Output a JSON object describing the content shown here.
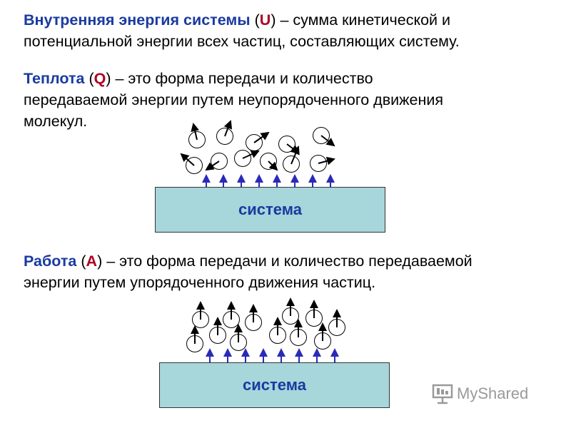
{
  "paragraphs": {
    "internal_energy": {
      "term": "Внутренняя энергия системы",
      "symbol": "U",
      "line1_rest": " – сумма кинетической и",
      "line2": "потенциальной энергии всех частиц, составляющих систему."
    },
    "heat": {
      "term": "Теплота",
      "symbol": "Q",
      "line1_rest": " – это форма передачи и количество",
      "line2": "передаваемой энергии путем неупорядоченного движения",
      "line3": "молекул."
    },
    "work": {
      "term": "Работа",
      "symbol": "А",
      "line1_rest": " – это форма передачи и количество передаваемой",
      "line2": "энергии путем упорядоченного движения частиц."
    }
  },
  "diagrams": {
    "heat_box_label": "система",
    "work_box_label": "система"
  },
  "watermark": {
    "text": "MyShared",
    "icon": "projector-screen-icon"
  },
  "colors": {
    "term": "#1a3aa0",
    "symbol": "#b00020",
    "box_fill": "#a7d6db",
    "upward_arrows": "#2a2ab8"
  }
}
